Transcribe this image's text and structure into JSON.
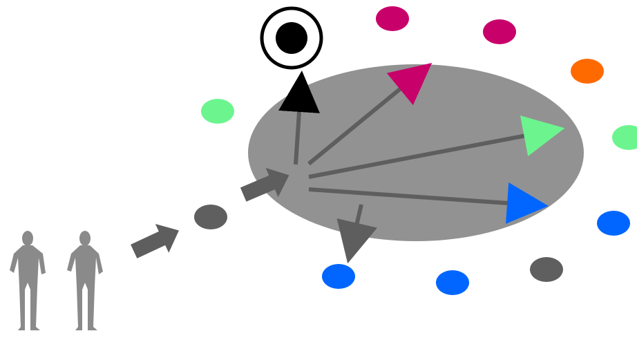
{
  "diagram": {
    "colors": {
      "background": "#ffffff",
      "ellipse": "#929292",
      "arrow_gray": "#5e5e5e",
      "person_gray": "#8a8a8a",
      "magenta": "#c8006a",
      "orange": "#ff6a00",
      "green": "#6cf58f",
      "blue": "#0066ff",
      "dark_gray": "#5f5f5f",
      "black": "#000000"
    },
    "elements": [
      "person-icon",
      "person-icon",
      "wide-arrow",
      "wide-arrow",
      "gray-dot",
      "target-icon",
      "magenta-dot",
      "magenta-dot",
      "orange-dot",
      "green-dot",
      "green-dot",
      "blue-dot",
      "blue-dot",
      "blue-dot",
      "dark-gray-dot",
      "central-ellipse",
      "arrow-black",
      "arrow-magenta",
      "arrow-green",
      "arrow-blue",
      "arrow-dark-gray"
    ]
  }
}
